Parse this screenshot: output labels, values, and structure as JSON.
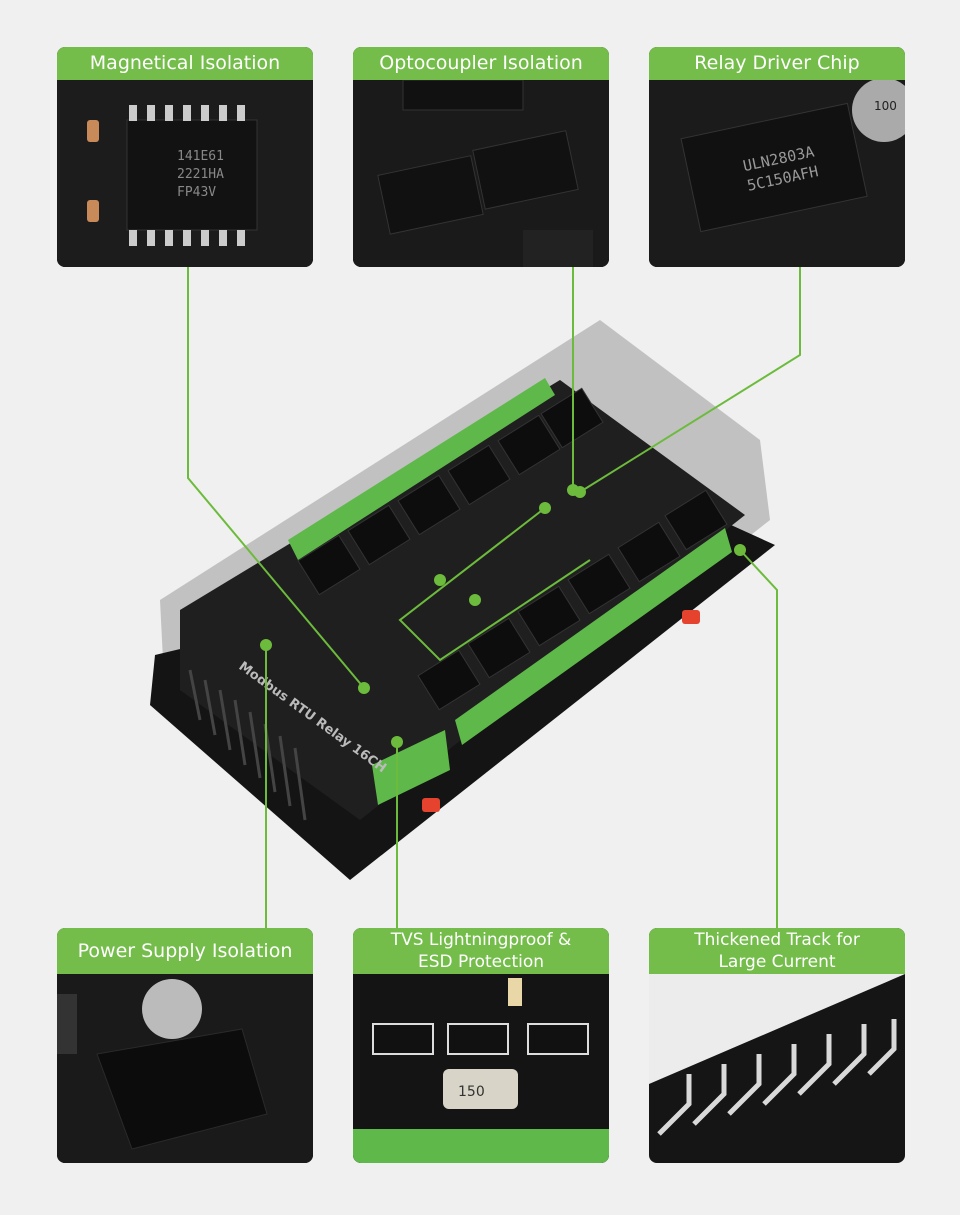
{
  "callouts": {
    "magnetical": "Magnetical Isolation",
    "optocoupler": "Optocoupler Isolation",
    "relay_driver": "Relay Driver Chip",
    "power_supply": "Power Supply Isolation",
    "tvs_line1": "TVS Lightningproof &",
    "tvs_line2": "ESD Protection",
    "track_line1": "Thickened Track for",
    "track_line2": "Large Current"
  },
  "chip_text": {
    "magnetic": [
      "141E61",
      "2221HA",
      "FP43V"
    ],
    "relay_driver": [
      "ULN2803A",
      "5C150AFH"
    ],
    "capacitor": "100",
    "tvs_tube": "150"
  },
  "board": {
    "label": "Modbus RTU Relay 16CH"
  },
  "colors": {
    "accent": "#74bd4b",
    "pcb": "#1e1e1e",
    "terminal": "#5fb84a"
  }
}
